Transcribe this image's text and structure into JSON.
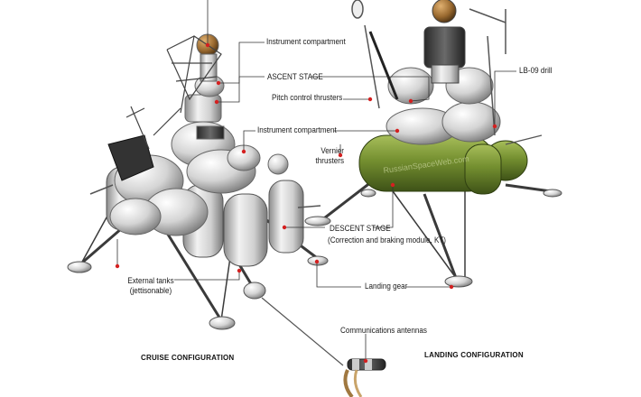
{
  "labels": {
    "instrument_compartment_top": "Instrument compartment",
    "ascent_stage": "ASCENT STAGE",
    "pitch_control_thrusters": "Pitch control thrusters",
    "instrument_compartment_mid": "Instrument compartment",
    "vernier_thrusters_line1": "Vernier",
    "vernier_thrusters_line2": "thrusters",
    "descent_stage": "DESCENT STAGE",
    "descent_stage_sub": "(Correction and braking module, KT)",
    "lb09_drill": "LB-09 drill",
    "external_tanks_line1": "External tanks",
    "external_tanks_line2": "(jettisonable)",
    "landing_gear": "Landing gear",
    "communications_antennas": "Communications antennas"
  },
  "captions": {
    "cruise": "CRUISE CONFIGURATION",
    "landing": "LANDING CONFIGURATION"
  },
  "watermark": "RussianSpaceWeb.com",
  "colors": {
    "leader_line": "#333333",
    "marker_dot": "#d42020",
    "tank_green": "#6f8a2e",
    "metal_light": "#dcdcdc",
    "metal_dark": "#8a8a8a"
  }
}
